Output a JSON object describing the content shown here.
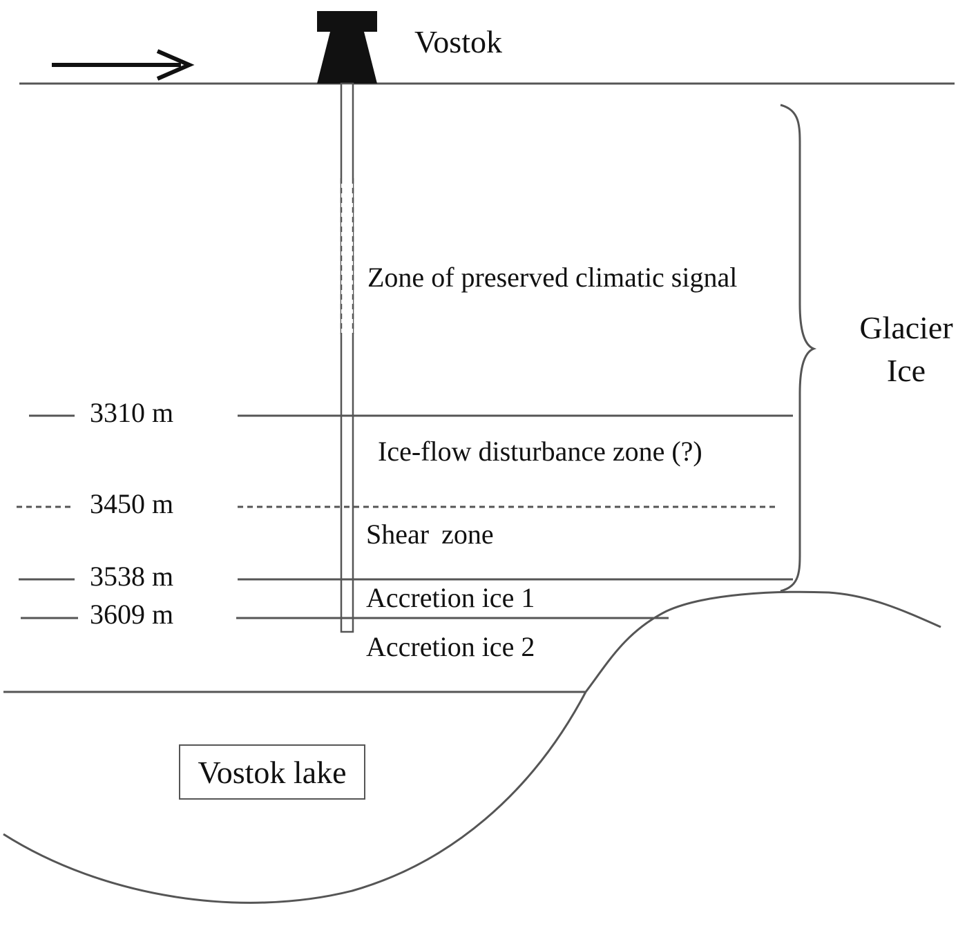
{
  "station": {
    "name": "Vostok",
    "marker_icon": "drilling-rig-icon",
    "flow_icon": "ice-flow-arrow-icon"
  },
  "zones": {
    "climatic": "Zone of preserved climatic signal",
    "ice_flow": "Ice-flow disturbance zone (?)",
    "shear": "Shear  zone",
    "accretion_1": "Accretion ice 1",
    "accretion_2": "Accretion ice 2"
  },
  "depths": {
    "d3310": "3310 m",
    "d3450": "3450 m",
    "d3538": "3538 m",
    "d3609": "3609 m"
  },
  "glacier": {
    "line1": "Glacier",
    "line2": "Ice"
  },
  "lake": {
    "label": "Vostok lake"
  },
  "colors": {
    "ink": "#111111",
    "line": "#555555"
  }
}
